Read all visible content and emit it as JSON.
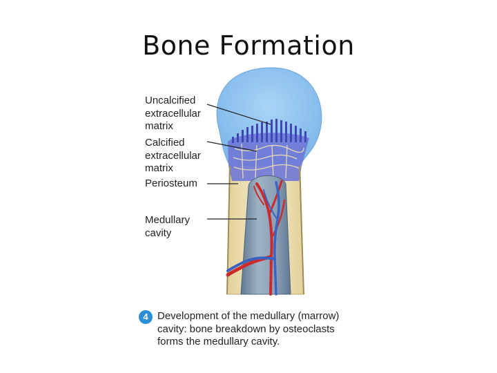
{
  "title": "Bone Formation",
  "labels": {
    "uncalcified": [
      "Uncalcified",
      "extracellular",
      "matrix"
    ],
    "calcified": [
      "Calcified",
      "extracellular",
      "matrix"
    ],
    "periosteum": [
      "Periosteum"
    ],
    "medullary": [
      "Medullary",
      "cavity"
    ]
  },
  "caption": {
    "step": "4",
    "lines": [
      "Development of the medullary (marrow)",
      "cavity: bone breakdown by osteoclasts",
      "forms the medullary cavity."
    ]
  },
  "colors": {
    "cartilage": "#8fc3ef",
    "calcified": "#5a63c9",
    "bone_collar": "#efe2b4",
    "cavity": "#7b93a8",
    "artery": "#cc2b2b",
    "vein": "#3a64c4"
  }
}
